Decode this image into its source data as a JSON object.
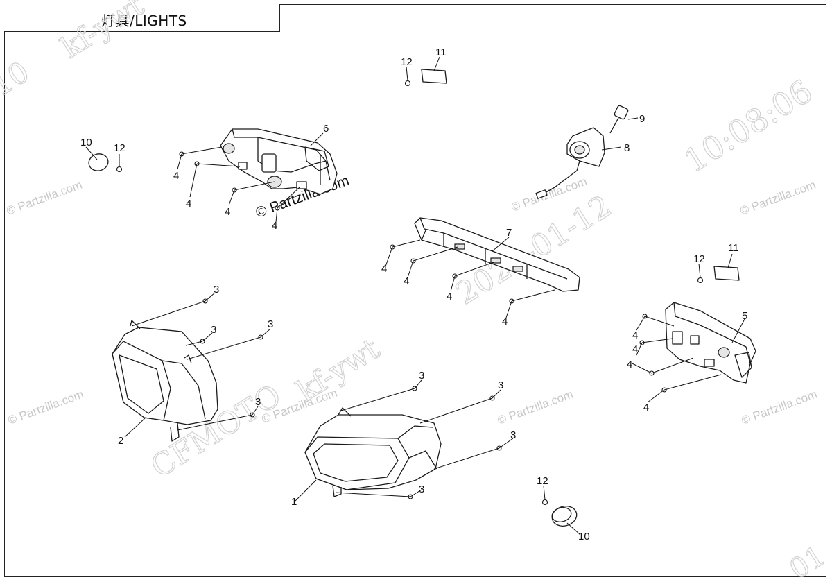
{
  "title": "灯具/LIGHTS",
  "watermarks": {
    "site": "© Partzilla.com",
    "site_dark": "© Partzilla.com",
    "date": "2020-01-12",
    "time": "10:08:06",
    "user": "kf-ywt",
    "brand": "CFMOTO",
    "corner_digits": "10",
    "corner_digits_br": "01"
  },
  "callouts": {
    "n1": "1",
    "n2": "2",
    "n3": "3",
    "n4": "4",
    "n5": "5",
    "n6": "6",
    "n7": "7",
    "n8": "8",
    "n9": "9",
    "n10": "10",
    "n11": "11",
    "n12": "12"
  }
}
